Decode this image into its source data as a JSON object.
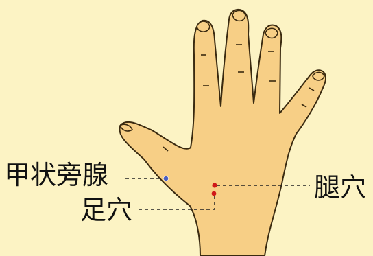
{
  "diagram": {
    "background_color": "#fcf3c4",
    "skin_color": "#f7cf86",
    "outline_color": "#3a2a10",
    "leader_line_color": "#222222",
    "labels": {
      "thyroid": "甲状旁腺",
      "foot": "足穴",
      "leg": "腿穴"
    },
    "points": [
      {
        "id": "thyroid",
        "color": "#4a5fc0"
      },
      {
        "id": "leg",
        "color": "#d01818"
      },
      {
        "id": "foot",
        "color": "#d01818"
      }
    ]
  }
}
